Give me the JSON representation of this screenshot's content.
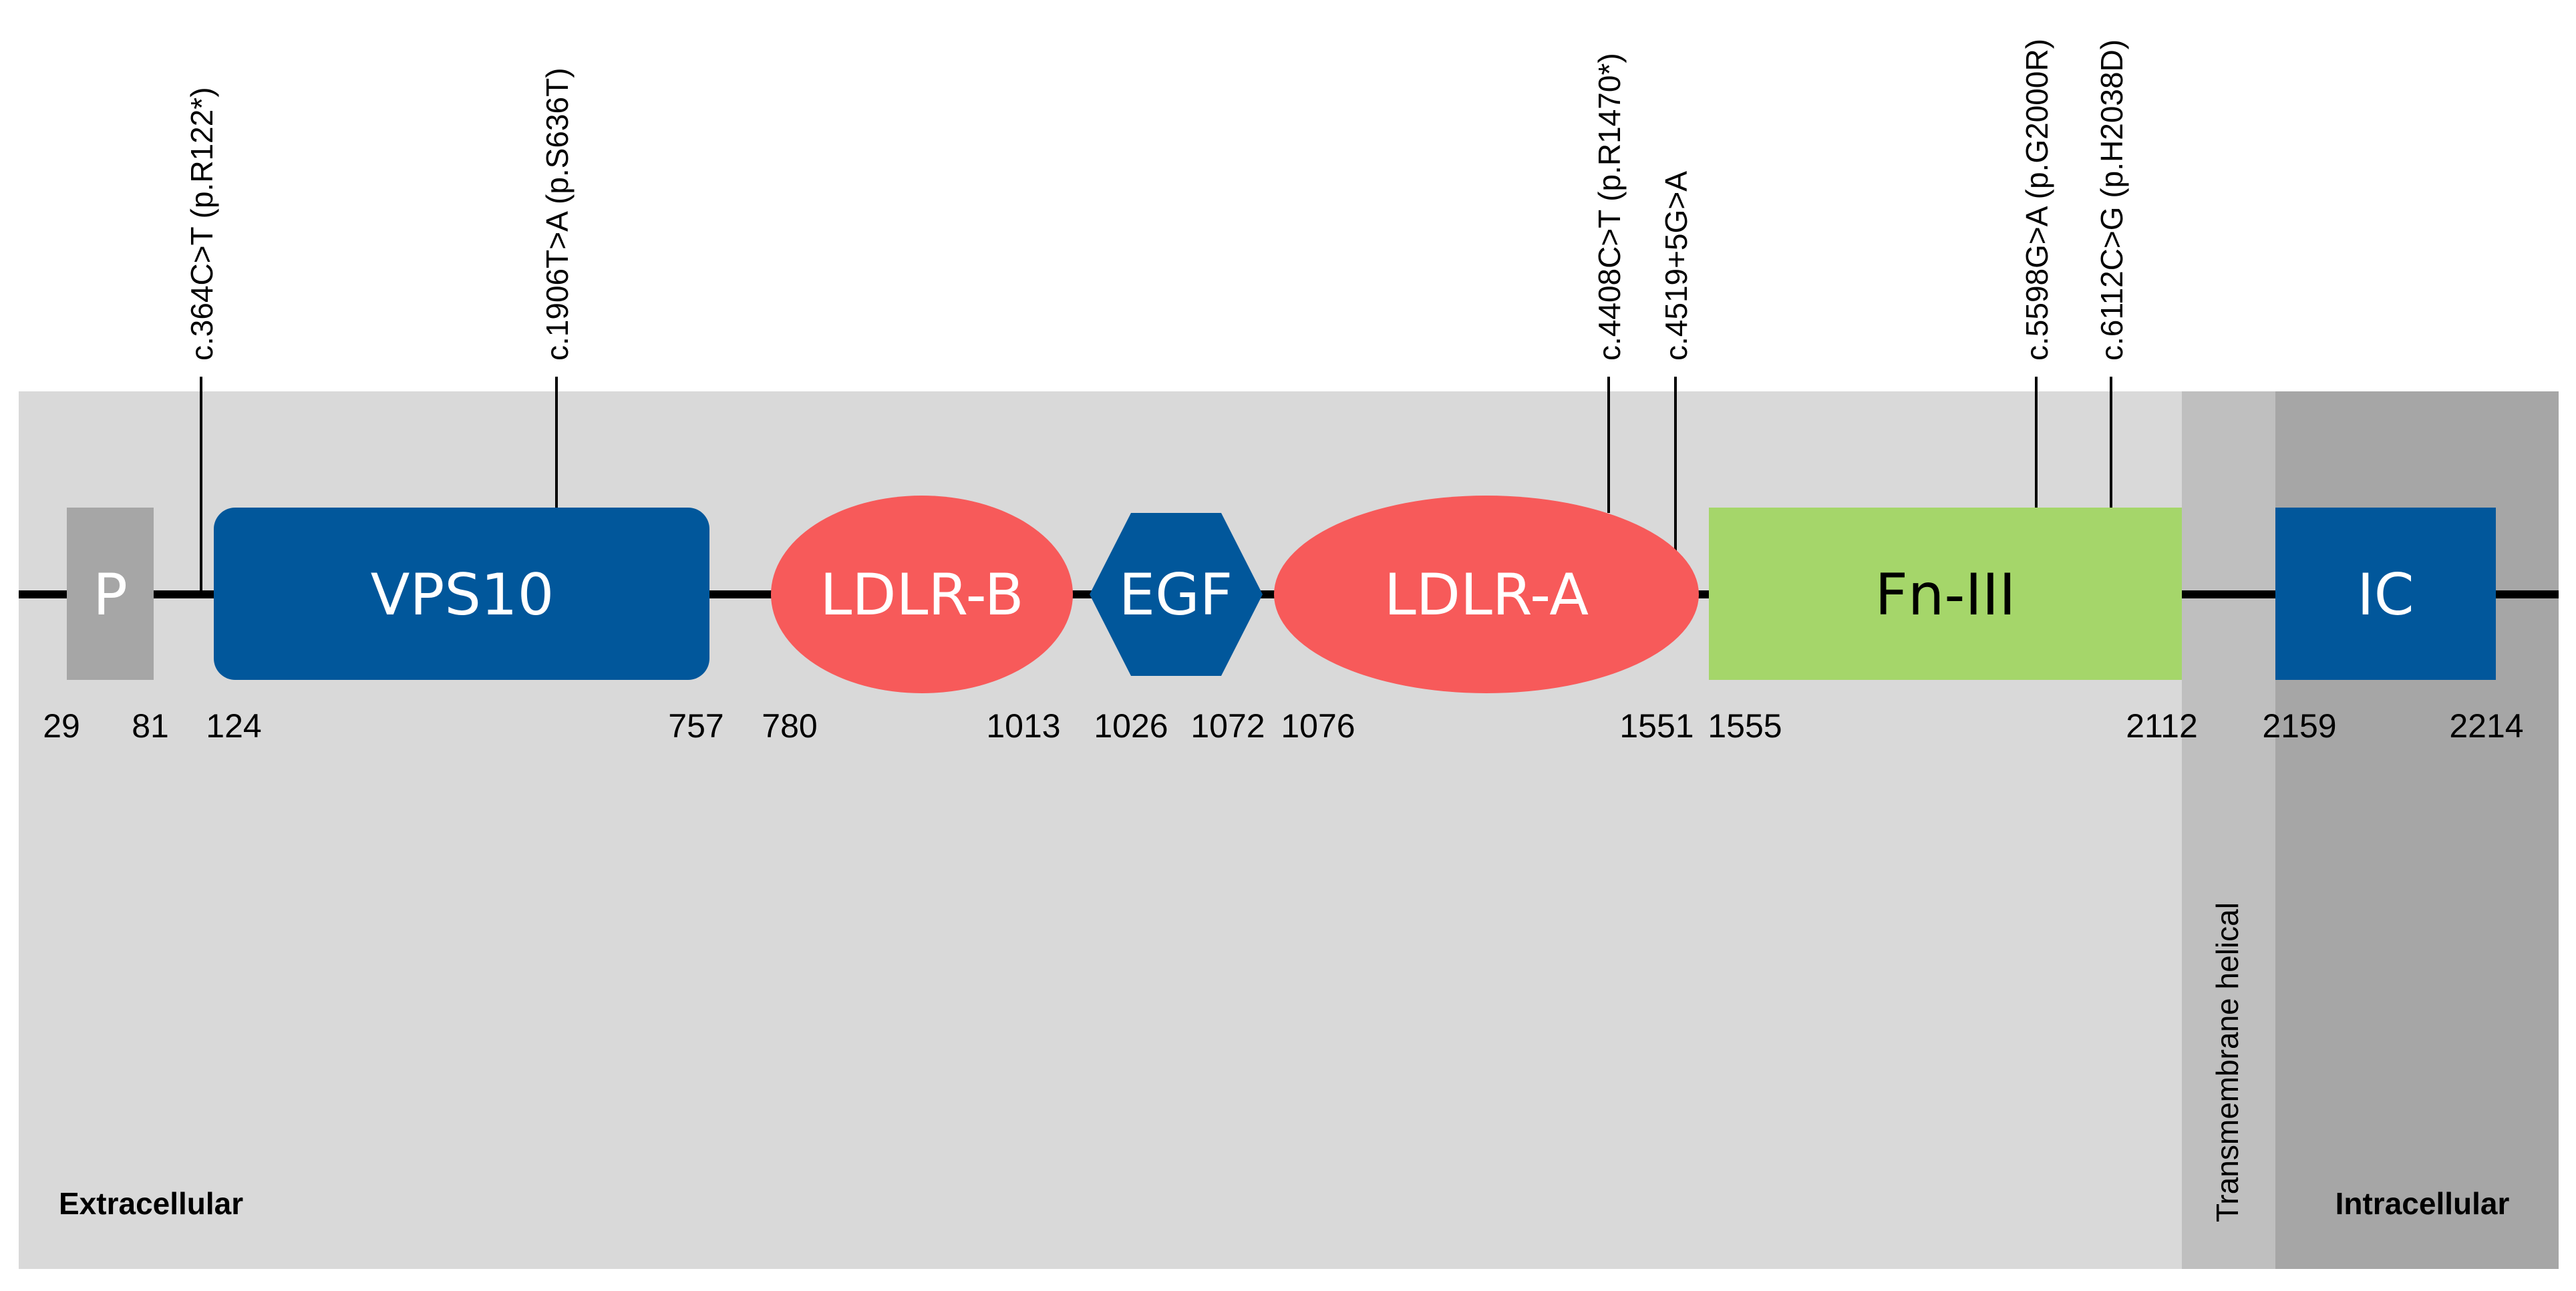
{
  "regions": {
    "extracellular": "Extracellular",
    "transmembrane": "Transmembrane helical",
    "intracellular": "Intracellular"
  },
  "domains": [
    {
      "id": "p",
      "label": "P",
      "start": 29,
      "end": 81,
      "shape": "rect",
      "color": "#a6a6a6"
    },
    {
      "id": "vps10",
      "label": "VPS10",
      "start": 124,
      "end": 757,
      "shape": "rounded-rect",
      "color": "#01579b"
    },
    {
      "id": "ldlr-b",
      "label": "LDLR-B",
      "start": 780,
      "end": 1013,
      "shape": "ellipse",
      "color": "#f75a5a"
    },
    {
      "id": "egf",
      "label": "EGF",
      "start": 1026,
      "end": 1072,
      "shape": "hexagon",
      "color": "#01579b"
    },
    {
      "id": "ldlr-a",
      "label": "LDLR-A",
      "start": 1076,
      "end": 1551,
      "shape": "ellipse",
      "color": "#f75a5a"
    },
    {
      "id": "fn-iii",
      "label": "Fn-III",
      "start": 1555,
      "end": 2112,
      "shape": "rect",
      "color": "#a5d66a"
    },
    {
      "id": "ic",
      "label": "IC",
      "start": 2159,
      "end": 2214,
      "shape": "rect",
      "color": "#01579b"
    }
  ],
  "positions": [
    "29",
    "81",
    "124",
    "757",
    "780",
    "1013",
    "1026",
    "1072",
    "1076",
    "1551",
    "1555",
    "2112",
    "2159",
    "2214"
  ],
  "variants": [
    "c.364C>T (p.R122*)",
    "c.1906T>A (p.S636T)",
    "c.4408C>T (p.R1470*)",
    "c.4519+5G>A",
    "c.5598G>A (p.G2000R)",
    "c.6112C>G (p.H2038D)"
  ],
  "colors": {
    "extracellular_bg": "#d9d9d9",
    "transmembrane_bg": "#bfbfbf",
    "intracellular_bg": "#a6a6a6",
    "backbone": "#000000"
  }
}
